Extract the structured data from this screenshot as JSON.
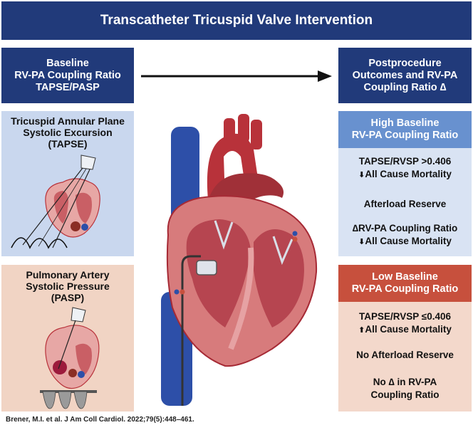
{
  "title": "Transcatheter Tricuspid Valve Intervention",
  "baseline_box": "Baseline\nRV-PA Coupling Ratio\nTAPSE/PASP",
  "outcomes_box": "Postprocedure\nOutcomes and RV-PA\nCoupling Ratio ∆",
  "tapse_panel": {
    "title": "Tricuspid Annular Plane\nSystolic Excursion\n(TAPSE)"
  },
  "pasp_panel": {
    "title": "Pulmonary Artery\nSystolic Pressure\n(PASP)"
  },
  "high": {
    "header": "High Baseline\nRV-PA Coupling Ratio",
    "line1": "TAPSE/RVSP >0.406",
    "arrow1": "⬇",
    "line2": "All Cause Mortality",
    "line3": "Afterload Reserve",
    "line4": "∆RV-PA Coupling Ratio",
    "arrow2": "⬇",
    "line5": "All Cause Mortality"
  },
  "low": {
    "header": "Low Baseline\nRV-PA Coupling Ratio",
    "line1": "TAPSE/RVSP ≤0.406",
    "arrow1": "⬆",
    "line2": "All Cause Mortality",
    "line3": "No Afterload Reserve",
    "line4": "No ∆ in RV-PA",
    "line5": "Coupling Ratio"
  },
  "citation": "Brener, M.I. et al. J Am Coll Cardiol. 2022;79(5):448–461.",
  "colors": {
    "navy": "#213a7a",
    "high_header": "#6891cf",
    "high_body": "#d9e3f3",
    "low_header": "#c7503d",
    "low_body": "#f3d8cb",
    "tapse_panel": "#c9d7ee",
    "pasp_panel": "#f1d4c4",
    "heart_red": "#b8323a",
    "vessel_blue": "#2d4fa8"
  },
  "icons": [
    "right-arrow-icon",
    "heart-illustration",
    "tapse-echo-illustration",
    "pasp-echo-illustration"
  ]
}
